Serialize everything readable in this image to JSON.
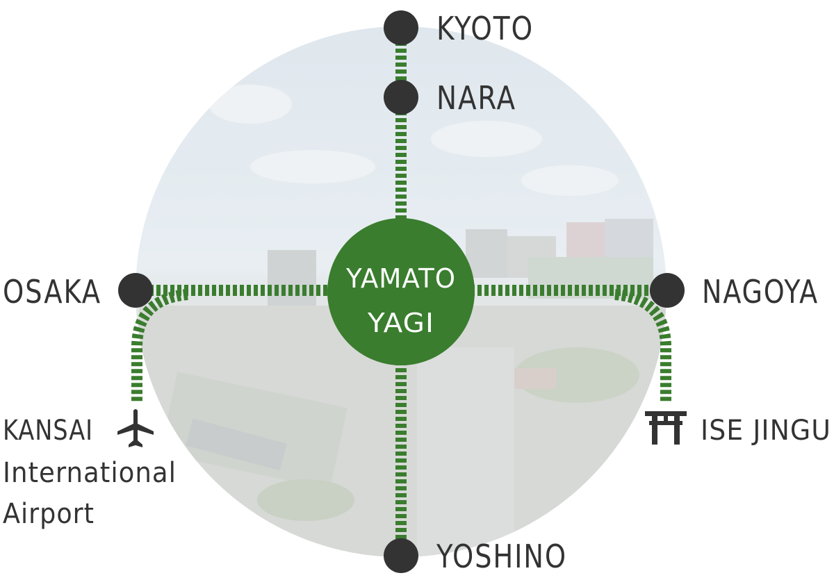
{
  "hub": {
    "line1": "YAMATO",
    "line2": "YAGI"
  },
  "stations": {
    "kyoto": "KYOTO",
    "nara": "NARA",
    "osaka": "OSAKA",
    "nagoya": "NAGOYA",
    "yoshino": "YOSHINO",
    "kansai_line1": "KANSAI",
    "kansai_line2": "International",
    "kansai_line3": "Airport",
    "ise": "ISE JINGU"
  },
  "icons": {
    "airport": "airplane-icon",
    "shrine": "torii-gate-icon"
  },
  "colors": {
    "rail": "#3a7d2e",
    "hub": "#3a7d2e",
    "station_node": "#333333",
    "label": "#333333",
    "background_circle": "#dde3e6"
  }
}
